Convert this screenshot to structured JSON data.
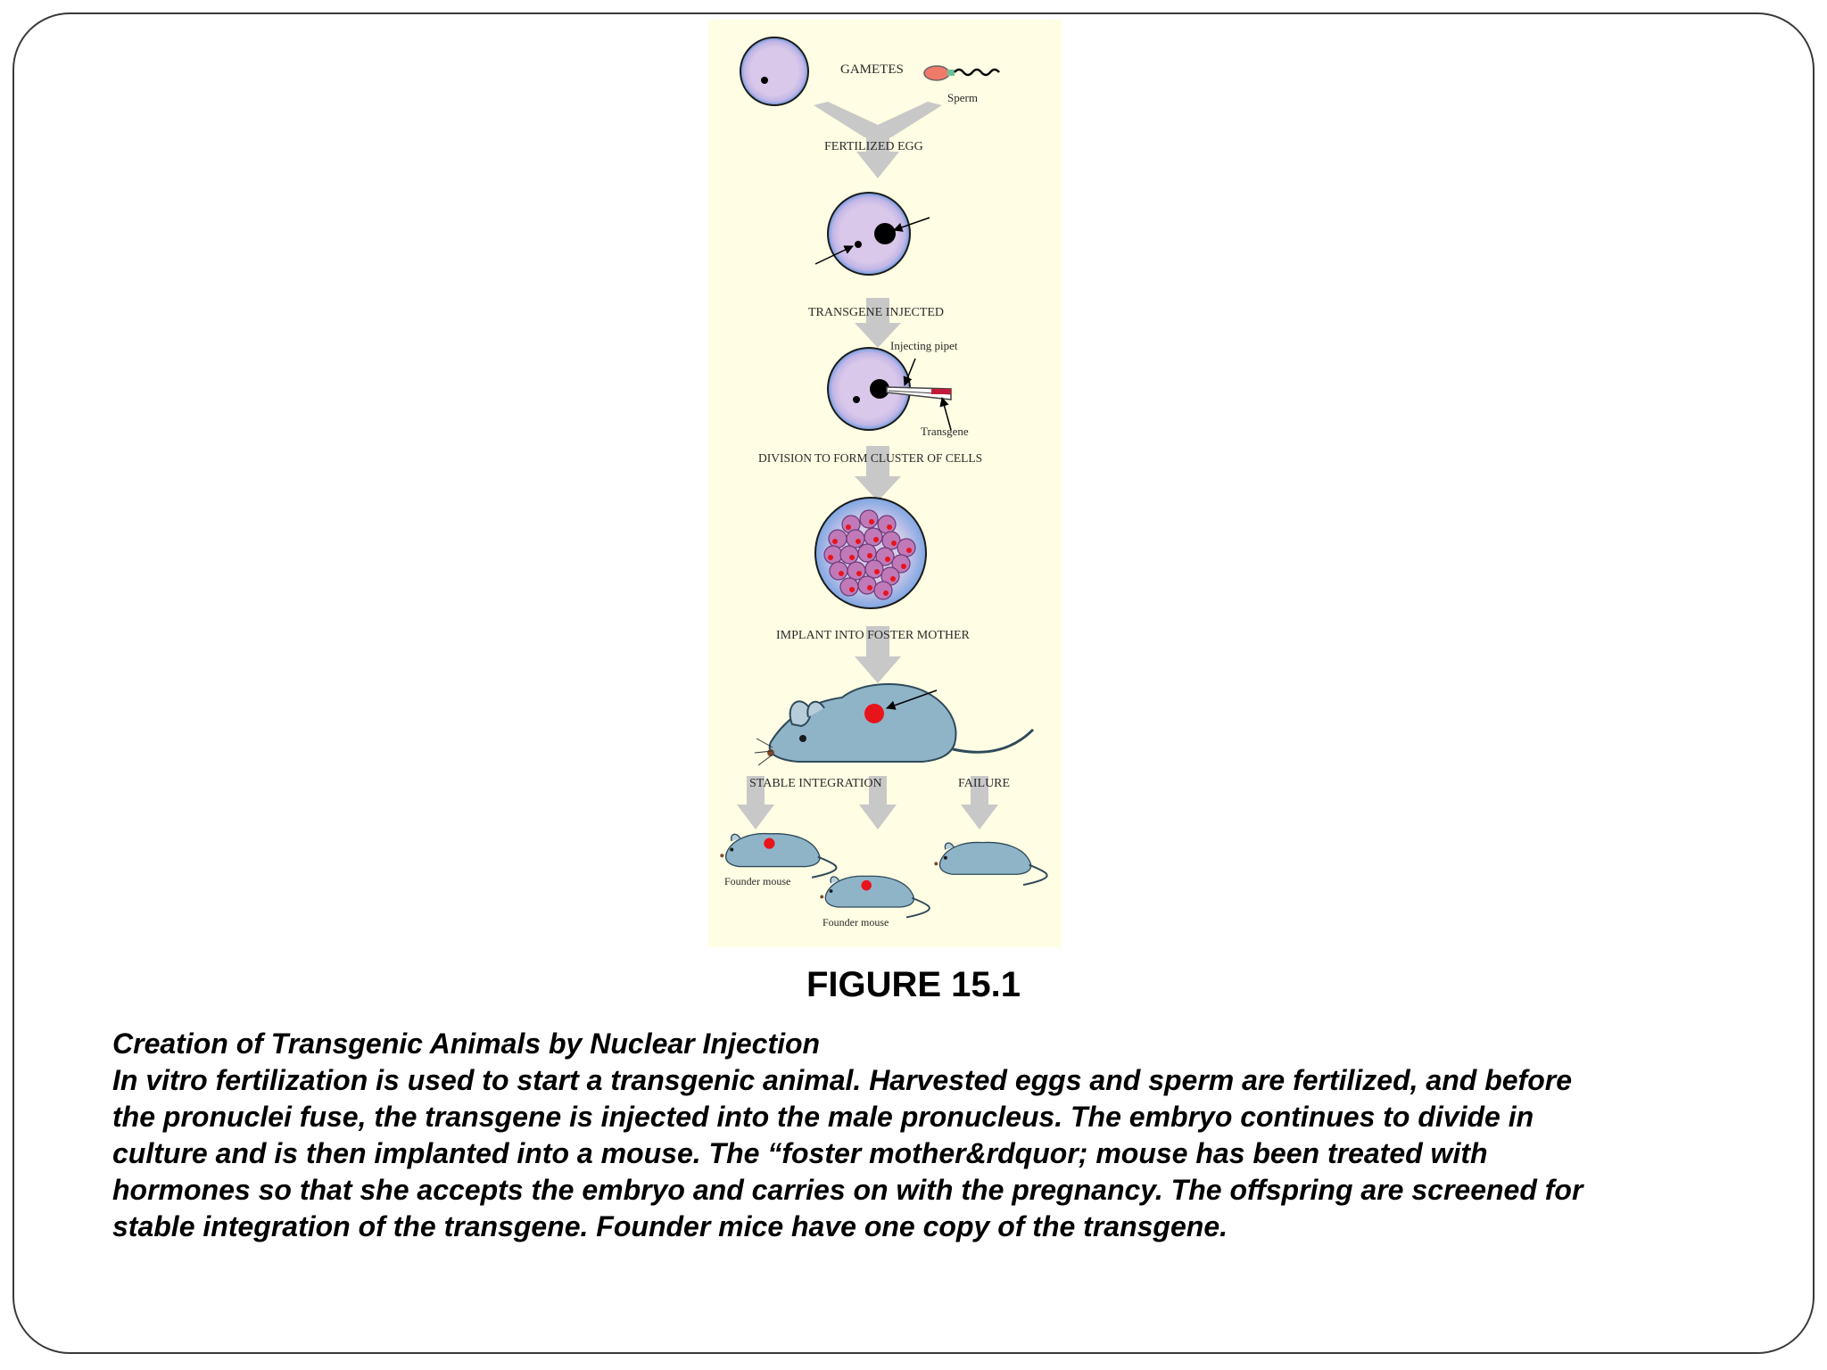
{
  "figure": {
    "labels": {
      "gametes": "GAMETES",
      "sperm": "Sperm",
      "fertilized_egg": "FERTILIZED EGG",
      "transgene_injected": "TRANSGENE INJECTED",
      "injecting_pipet": "Injecting pipet",
      "transgene": "Transgene",
      "division": "DIVISION TO FORM CLUSTER OF CELLS",
      "implant": "IMPLANT INTO FOSTER MOTHER",
      "stable_integration": "STABLE INTEGRATION",
      "failure": "FAILURE",
      "founder_mouse_1": "Founder mouse",
      "founder_mouse_2": "Founder mouse"
    },
    "colors": {
      "panel_bg": "#fffde3",
      "egg_outer": "#8fb3e6",
      "egg_inner": "#d9c8ea",
      "arrow_gray": "#c8c8c8",
      "mouse_body": "#8fb4c8",
      "embryo_red": "#e8141c",
      "cell_purple": "#c07ab8"
    }
  },
  "caption": {
    "number": "FIGURE 15.1",
    "lines": [
      "Creation of Transgenic Animals by Nuclear Injection",
      "In vitro fertilization is used to start a transgenic animal. Harvested eggs and sperm are fertilized, and before",
      "the pronuclei fuse, the transgene is injected into the male pronucleus. The embryo continues to divide in",
      "culture and is then implanted into a mouse. The “foster mother&rdquor; mouse has been treated with",
      "hormones so that she accepts the embryo and carries on with the pregnancy. The offspring are screened for",
      "stable integration of the transgene. Founder mice have one copy of the transgene."
    ]
  }
}
